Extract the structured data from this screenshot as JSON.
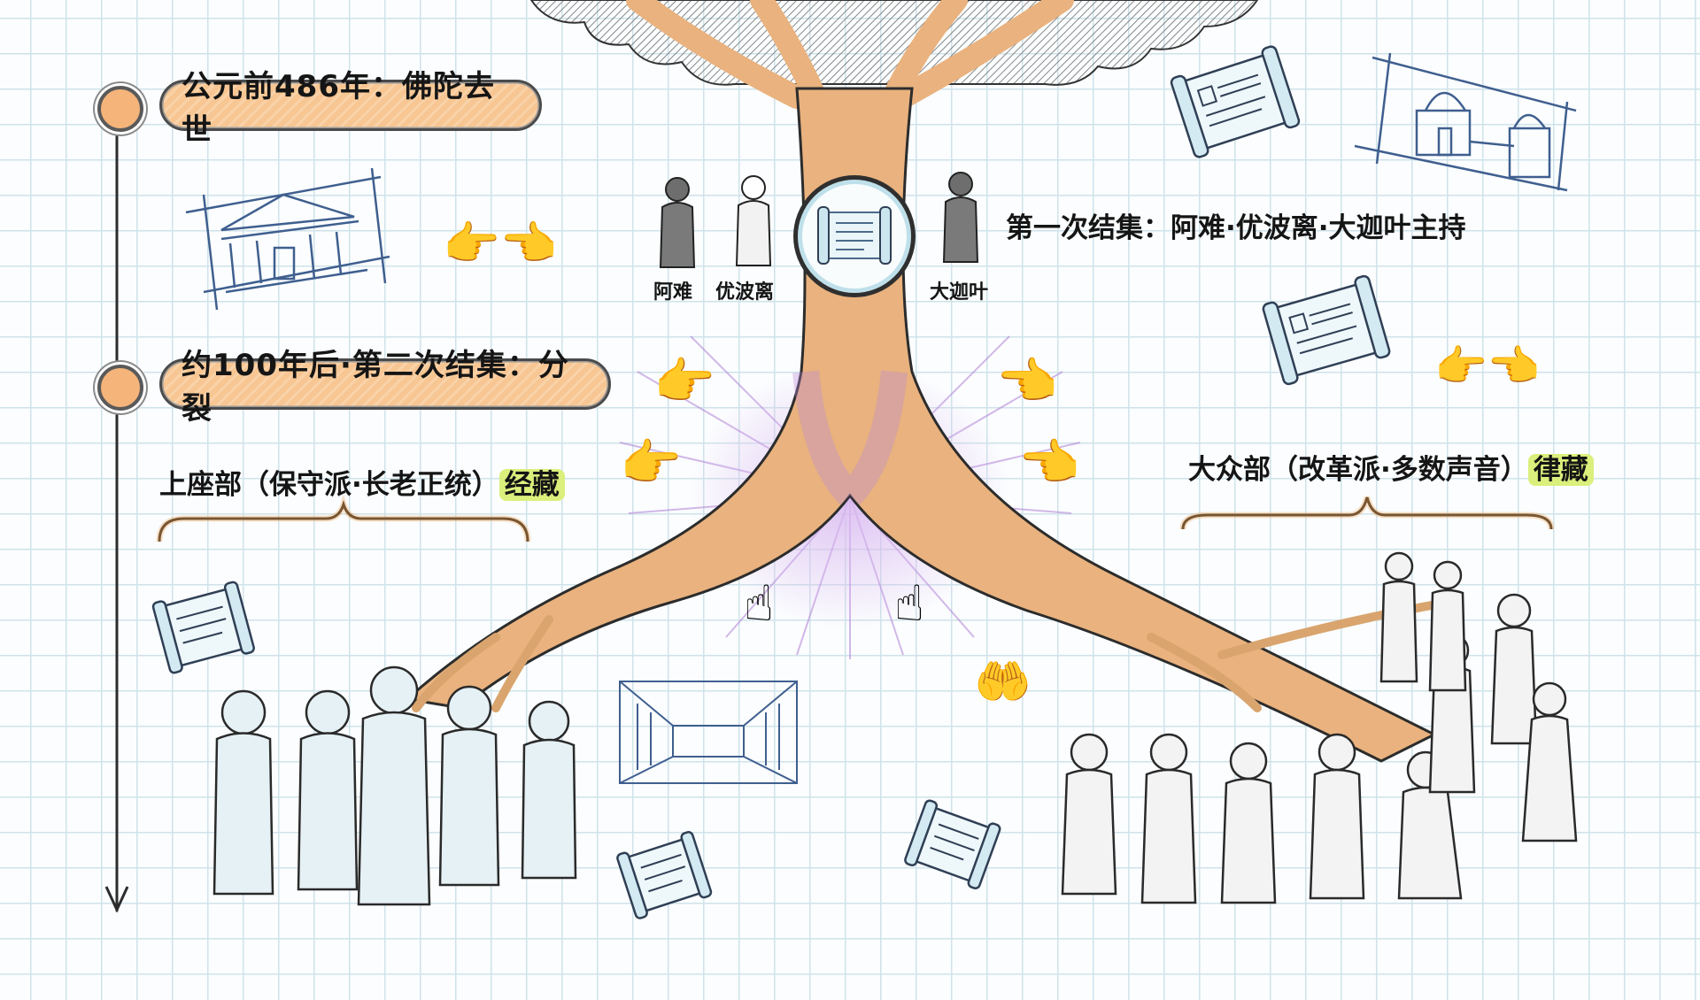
{
  "timeline": {
    "events": [
      {
        "label": "公元前486年：佛陀去世"
      },
      {
        "label": "约100年后·第二次结集：分裂"
      }
    ],
    "arrow_direction": "down"
  },
  "first_council": {
    "caption": "第一次结集：阿难·优波离·大迦叶主持",
    "figures": [
      "阿难",
      "优波离",
      "大迦叶"
    ],
    "center_icon": "scroll-icon"
  },
  "schools": {
    "left": {
      "name": "上座部（保守派·长老正统）",
      "tag": "经藏"
    },
    "right": {
      "name": "大众部（改革派·多数声音）",
      "tag": "律藏"
    }
  },
  "colors": {
    "pill_fill": "#f7c693",
    "tag_fill": "#dbef7c",
    "trunk": "#e9b27e",
    "rays": "#b07fd6",
    "sketch_blue": "#3f5f8f",
    "grid": "#cfe3ea"
  }
}
